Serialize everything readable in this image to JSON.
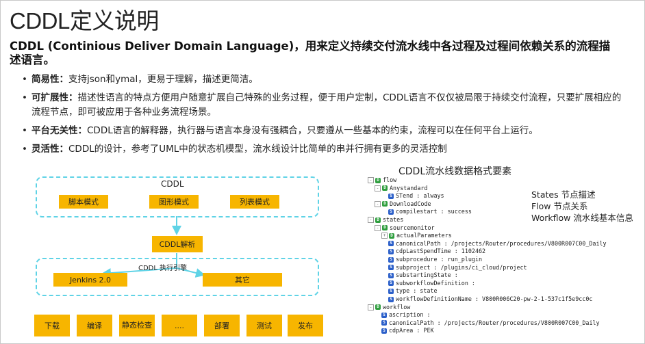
{
  "title": "CDDL定义说明",
  "subtitle": "CDDL (Continious Deliver Domain Language)，用来定义持续交付流水线中各过程及过程间依赖关系的流程描述语言。",
  "bullets": [
    {
      "key": "简易性：",
      "text": "支持json和ymal，更易于理解，描述更简洁。"
    },
    {
      "key": "可扩展性：",
      "text": "描述性语言的特点方便用户随意扩展自己特殊的业务过程，便于用户定制，CDDL语言不仅仅被局限于持续交付流程，只要扩展相应的流程节点，即可被应用于各种业务流程场景。"
    },
    {
      "key": "平台无关性：",
      "text": "CDDL语言的解释器，执行器与语言本身没有强耦合，只要遵从一些基本的约束，流程可以在任何平台上运行。"
    },
    {
      "key": "灵活性：",
      "text": "CDDL的设计，参考了UML中的状态机模型，流水线设计比简单的串并行拥有更多的灵活控制"
    }
  ],
  "diagram": {
    "top_group_label": "CDDL",
    "modes": [
      "脚本模式",
      "图形模式",
      "列表模式"
    ],
    "parser": "CDDL解析",
    "engine_label": "CDDL 执行引擎",
    "engines": [
      "Jenkins 2.0",
      "其它"
    ],
    "steps": [
      "下载",
      "编译",
      "静态检查",
      "....",
      "部署",
      "测试",
      "发布"
    ]
  },
  "tree_title": "CDDL流水线数据格式要素",
  "tree": [
    {
      "depth": 0,
      "pm": "-",
      "ic": "D",
      "text": "flow"
    },
    {
      "depth": 1,
      "pm": "-",
      "ic": "D",
      "text": "Anystandard"
    },
    {
      "depth": 2,
      "pm": "",
      "ic": "S",
      "text": "STend : always"
    },
    {
      "depth": 1,
      "pm": "-",
      "ic": "D",
      "text": "DownloadCode"
    },
    {
      "depth": 2,
      "pm": "",
      "ic": "S",
      "text": "compilestart : success"
    },
    {
      "depth": 0,
      "pm": "-",
      "ic": "D",
      "text": "states"
    },
    {
      "depth": 1,
      "pm": "-",
      "ic": "D",
      "text": "sourcemonitor"
    },
    {
      "depth": 2,
      "pm": "+",
      "ic": "D",
      "text": "actualParameters"
    },
    {
      "depth": 2,
      "pm": "",
      "ic": "S",
      "text": "canonicalPath : /projects/Router/procedures/V800R007C00_Daily"
    },
    {
      "depth": 2,
      "pm": "",
      "ic": "S",
      "text": "cdpLastSpendTime : 1102462"
    },
    {
      "depth": 2,
      "pm": "",
      "ic": "S",
      "text": "subprocedure : run_plugin"
    },
    {
      "depth": 2,
      "pm": "",
      "ic": "S",
      "text": "subproject : /plugins/ci_cloud/project"
    },
    {
      "depth": 2,
      "pm": "",
      "ic": "S",
      "text": "substartingState :"
    },
    {
      "depth": 2,
      "pm": "",
      "ic": "S",
      "text": "subworkflowDefinition :"
    },
    {
      "depth": 2,
      "pm": "",
      "ic": "S",
      "text": "type : state"
    },
    {
      "depth": 2,
      "pm": "",
      "ic": "S",
      "text": "workflowDefinitionName :  V800R006C20-pw-2-1-537c1f5e9cc0c"
    },
    {
      "depth": 0,
      "pm": "-",
      "ic": "D",
      "text": "workflow"
    },
    {
      "depth": 1,
      "pm": "",
      "ic": "S",
      "text": "ascription :"
    },
    {
      "depth": 1,
      "pm": "",
      "ic": "S",
      "text": "canonicalPath : /projects/Router/procedures/V800R007C00_Daily"
    },
    {
      "depth": 1,
      "pm": "",
      "ic": "S",
      "text": "cdpArea : PEK"
    }
  ],
  "legend": [
    "States 节点描述",
    "Flow  节点关系",
    "Workflow 流水线基本信息"
  ]
}
